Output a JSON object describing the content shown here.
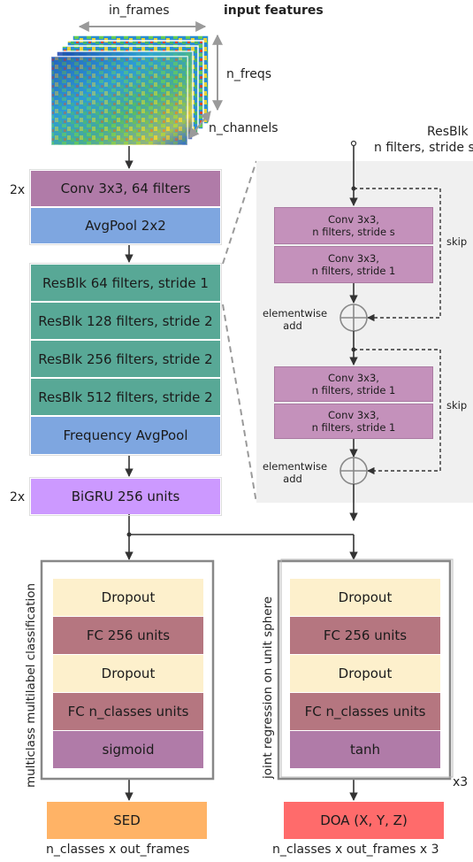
{
  "input": {
    "top_label": "in_frames",
    "title": "input features",
    "right_label": "n_freqs",
    "depth_label": "n_channels"
  },
  "conv_stage": {
    "repeat": "2x",
    "conv": "Conv 3x3, 64 filters",
    "pool": "AvgPool 2x2"
  },
  "resnet_stage": {
    "blocks": [
      "ResBlk 64 filters, stride 1",
      "ResBlk 128 filters, stride 2",
      "ResBlk 256 filters, stride 2",
      "ResBlk 512 filters, stride 2"
    ],
    "pool": "Frequency AvgPool"
  },
  "gru_stage": {
    "repeat": "2x",
    "label": "BiGRU 256 units"
  },
  "resblk_detail": {
    "title_line1": "ResBlk",
    "title_line2": "n filters, stride s",
    "unit1": {
      "conv_a_line1": "Conv 3x3,",
      "conv_a_line2": "n filters, stride s",
      "conv_b_line1": "Conv 3x3,",
      "conv_b_line2": "n filters, stride 1"
    },
    "unit2": {
      "conv_a_line1": "Conv 3x3,",
      "conv_a_line2": "n filters, stride 1",
      "conv_b_line1": "Conv 3x3,",
      "conv_b_line2": "n filters, stride 1"
    },
    "skip_label": "skip",
    "add_label_line1": "elementwise",
    "add_label_line2": "add"
  },
  "sed_branch": {
    "side_label": "multiclass multilabel classification",
    "layers": [
      "Dropout",
      "FC 256 units",
      "Dropout",
      "FC n_classes units",
      "sigmoid"
    ],
    "output": "SED",
    "output_shape": "n_classes x out_frames"
  },
  "doa_branch": {
    "side_label": "joint regression on unit sphere",
    "layers": [
      "Dropout",
      "FC 256 units",
      "Dropout",
      "FC n_classes units",
      "tanh"
    ],
    "repeat": "x3",
    "output": "DOA (X, Y, Z)",
    "output_shape": "n_classes x out_frames x 3"
  },
  "colors": {
    "conv": "#b07ba8",
    "pool": "#7ea6e0",
    "resblk": "#58a896",
    "gru": "#cc99ff",
    "dropout": "#fdf0cc",
    "fc": "#b57680",
    "activation": "#b07ba8",
    "sed": "#ffb366",
    "doa": "#ff6b6b",
    "detail_bg": "#f0f0f0",
    "detail_conv": "#c491bb"
  }
}
